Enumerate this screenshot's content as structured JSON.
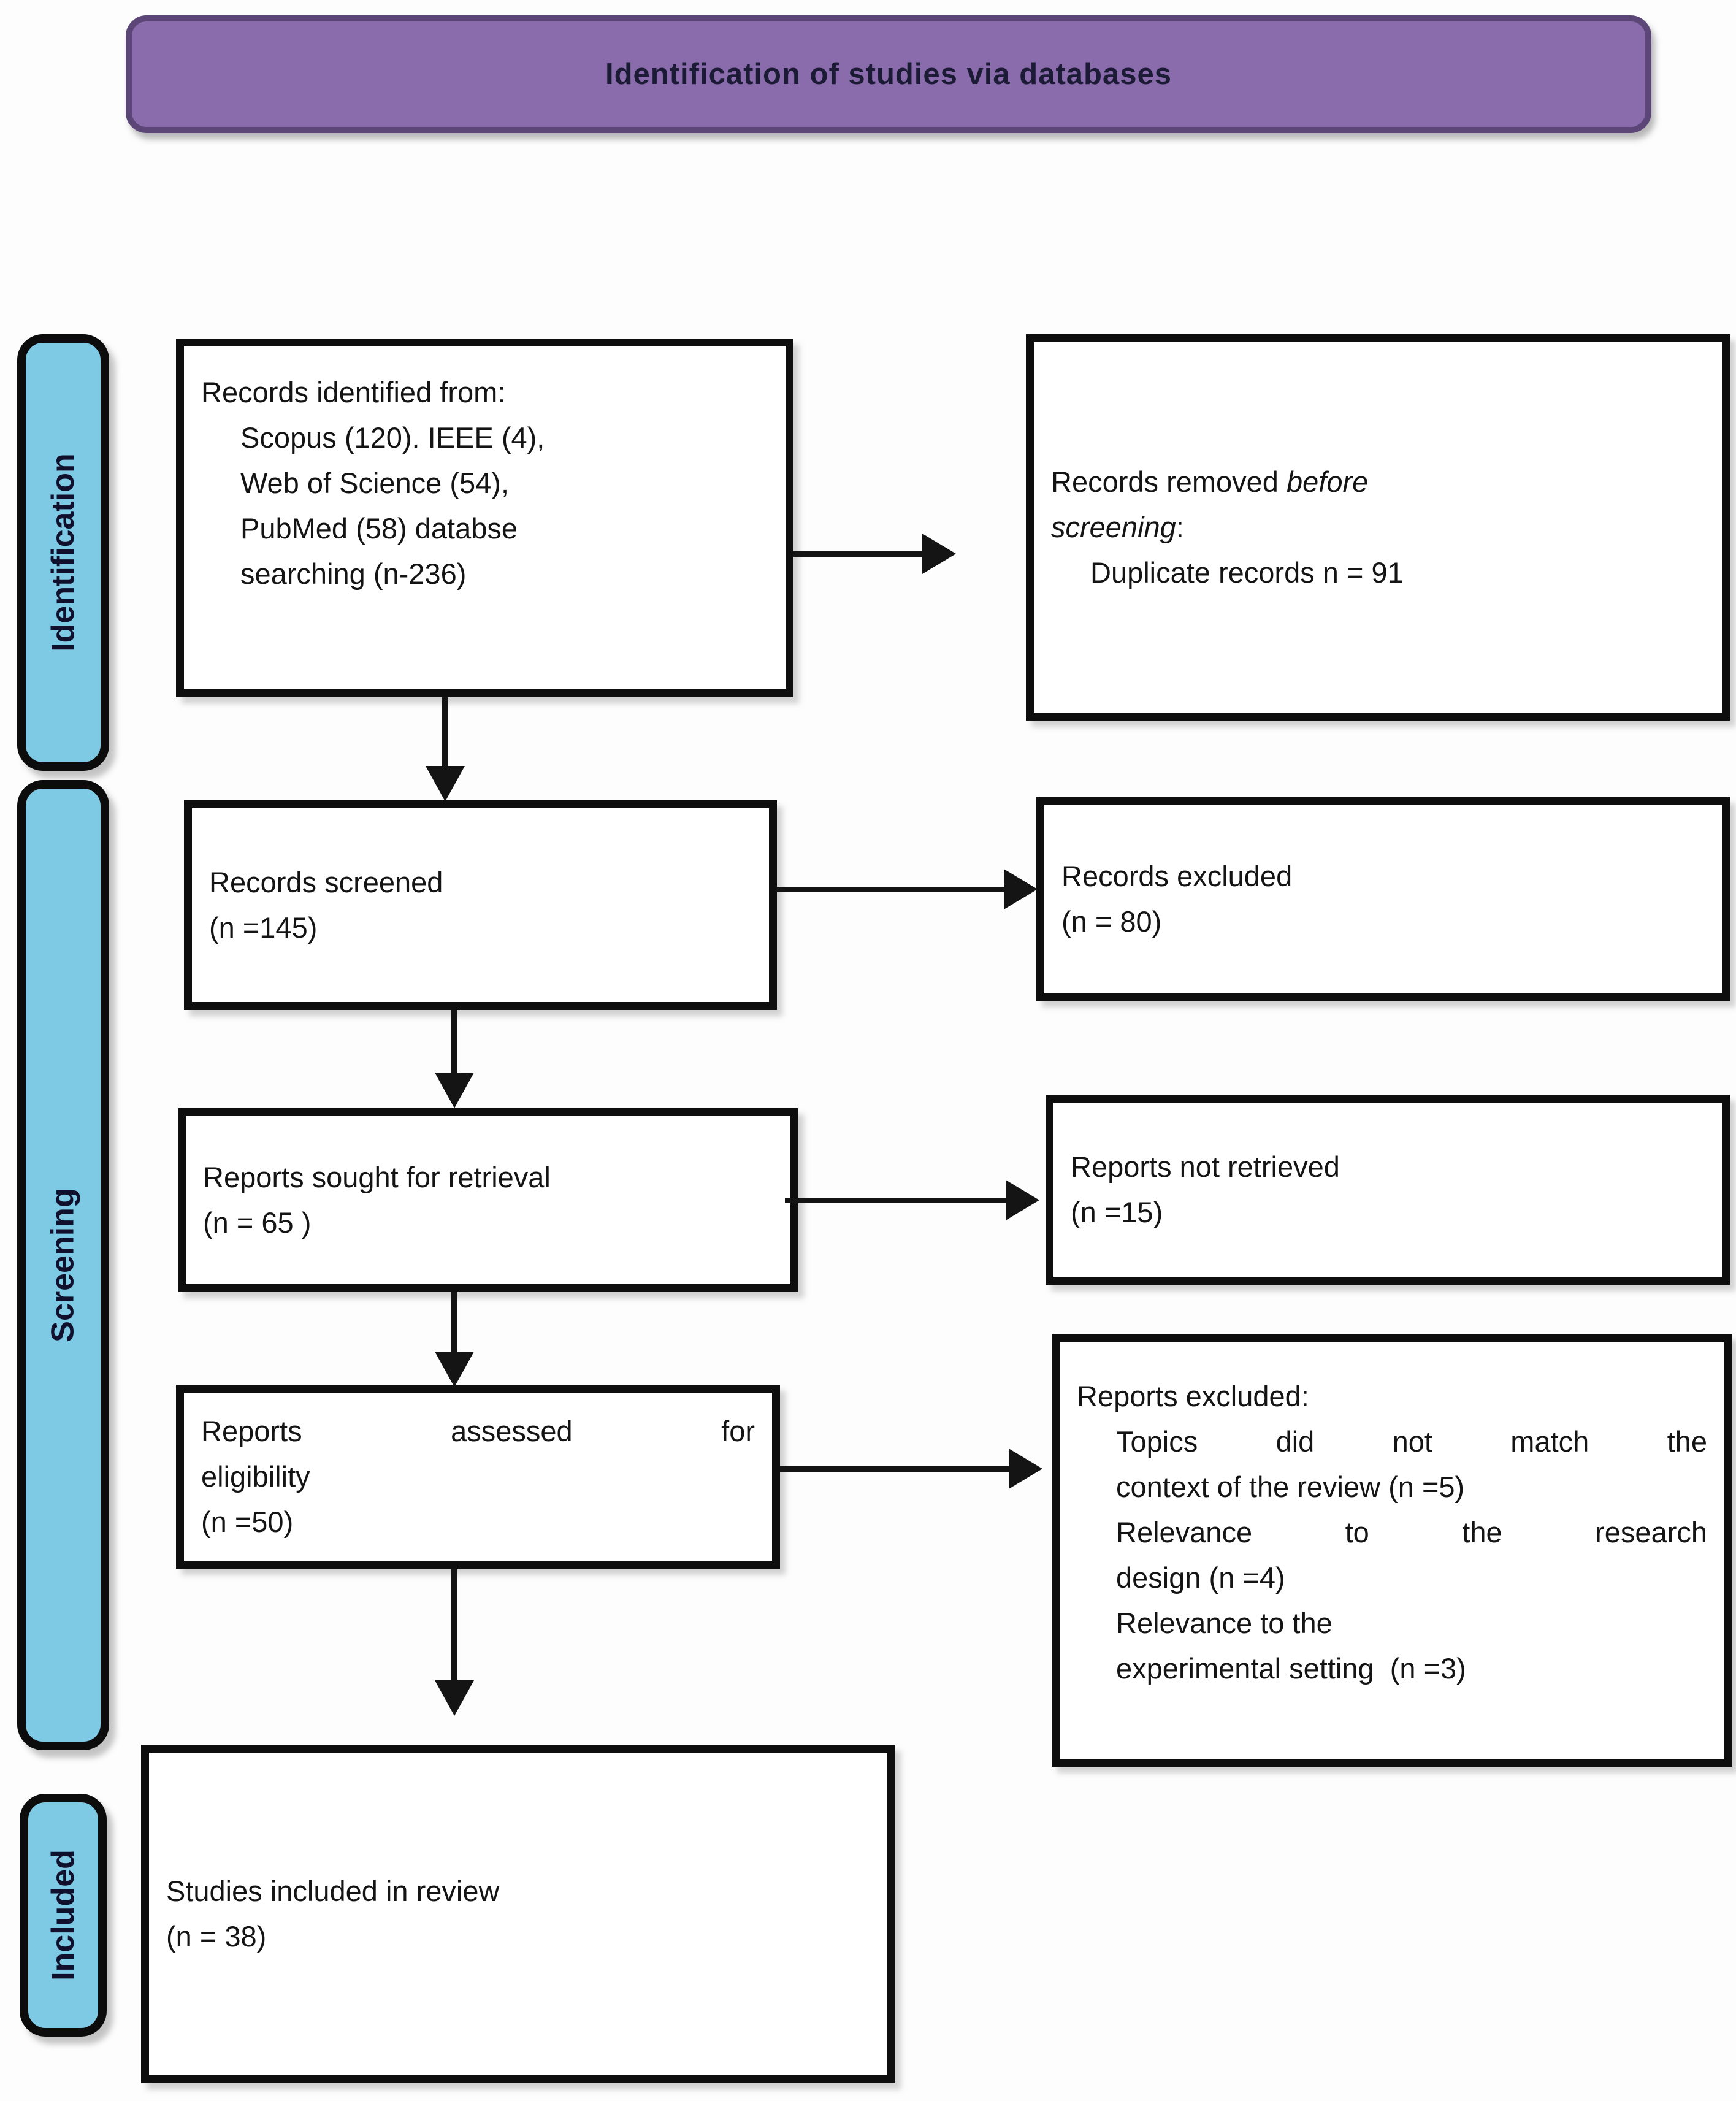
{
  "title": "Identification of studies via databases",
  "colors": {
    "banner_fill": "#8a6bab",
    "banner_border": "#5b4677",
    "stage_fill": "#7ec9e4",
    "box_border": "#0e0e0e",
    "arrow": "#141414",
    "text": "#141414"
  },
  "stages": [
    {
      "label": "Identification"
    },
    {
      "label": "Screening"
    },
    {
      "label": "Included"
    }
  ],
  "boxes": {
    "records_identified": {
      "lines": [
        {
          "segments": [
            {
              "text": "Records identified from:"
            }
          ]
        },
        {
          "indent": true,
          "segments": [
            {
              "text": "Scopus (120). IEEE (4),"
            }
          ]
        },
        {
          "indent": true,
          "segments": [
            {
              "text": "Web of Science (54),"
            }
          ]
        },
        {
          "indent": true,
          "segments": [
            {
              "text": "PubMed (58) databse"
            }
          ]
        },
        {
          "indent": true,
          "segments": [
            {
              "text": "searching (n-236)"
            }
          ]
        }
      ]
    },
    "records_removed": {
      "lines": [
        {
          "segments": [
            {
              "text": "Records removed "
            },
            {
              "text": "before",
              "italic": true
            }
          ]
        },
        {
          "segments": [
            {
              "text": "screening",
              "italic": true
            },
            {
              "text": ":"
            }
          ]
        },
        {
          "indent": true,
          "segments": [
            {
              "text": "Duplicate records n = 91"
            }
          ]
        }
      ]
    },
    "records_screened": {
      "lines": [
        {
          "segments": [
            {
              "text": "Records screened"
            }
          ]
        },
        {
          "segments": [
            {
              "text": "(n =145)"
            }
          ]
        }
      ]
    },
    "records_excluded": {
      "lines": [
        {
          "segments": [
            {
              "text": "Records excluded"
            }
          ]
        },
        {
          "segments": [
            {
              "text": "(n = 80)"
            }
          ]
        }
      ]
    },
    "reports_sought": {
      "lines": [
        {
          "segments": [
            {
              "text": "Reports sought for retrieval"
            }
          ]
        },
        {
          "segments": [
            {
              "text": "(n = 65 )"
            }
          ]
        }
      ]
    },
    "reports_not_retrieved": {
      "lines": [
        {
          "segments": [
            {
              "text": "Reports not retrieved"
            }
          ]
        },
        {
          "segments": [
            {
              "text": "(n =15)"
            }
          ]
        }
      ]
    },
    "reports_assessed": {
      "lines": [
        {
          "justify": true,
          "segments": [
            {
              "text": "Reports assessed for"
            }
          ]
        },
        {
          "segments": [
            {
              "text": "eligibility"
            }
          ]
        },
        {
          "segments": [
            {
              "text": "(n =50)"
            }
          ]
        }
      ]
    },
    "reports_excluded": {
      "lines": [
        {
          "segments": [
            {
              "text": "Reports excluded:"
            }
          ]
        },
        {
          "indent": true,
          "justify": true,
          "segments": [
            {
              "text": "Topics did not match the"
            }
          ]
        },
        {
          "indent": true,
          "segments": [
            {
              "text": "context of the review (n =5)"
            }
          ]
        },
        {
          "indent": true,
          "justify": true,
          "segments": [
            {
              "text": "Relevance to the research"
            }
          ]
        },
        {
          "indent": true,
          "segments": [
            {
              "text": "design (n =4)"
            }
          ]
        },
        {
          "indent": true,
          "segments": [
            {
              "text": "Relevance to the"
            }
          ]
        },
        {
          "indent": true,
          "segments": [
            {
              "text": "experimental setting  (n =3)"
            }
          ]
        }
      ]
    },
    "studies_included": {
      "lines": [
        {
          "segments": [
            {
              "text": "Studies included in review"
            }
          ]
        },
        {
          "segments": [
            {
              "text": "(n = 38)"
            }
          ]
        }
      ]
    }
  }
}
